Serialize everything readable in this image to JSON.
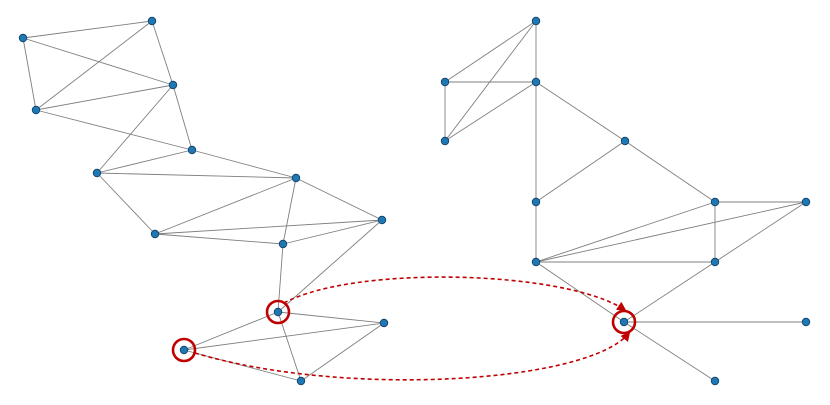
{
  "colors": {
    "node_fill": "#1f77b4",
    "edge": "#7f7f7f",
    "highlight": "#c00000",
    "background": "#ffffff"
  },
  "graphs": [
    {
      "name": "",
      "nodes": [
        "a1",
        "a2",
        "a3",
        "a4",
        "a5",
        "a6",
        "a7",
        "a8",
        "a9",
        "a10",
        "a11",
        "a12",
        "a13",
        "a14"
      ],
      "edges": [
        [
          "a1",
          "a2"
        ],
        [
          "a1",
          "a3"
        ],
        [
          "a1",
          "a4"
        ],
        [
          "a2",
          "a4"
        ],
        [
          "a2",
          "a3"
        ],
        [
          "a3",
          "a4"
        ],
        [
          "a3",
          "a5"
        ],
        [
          "a3",
          "a6"
        ],
        [
          "a4",
          "a6"
        ],
        [
          "a5",
          "a6"
        ],
        [
          "a6",
          "a7"
        ],
        [
          "a5",
          "a7"
        ],
        [
          "a5",
          "a8"
        ],
        [
          "a8",
          "a7"
        ],
        [
          "a8",
          "a9"
        ],
        [
          "a8",
          "a10"
        ],
        [
          "a7",
          "a10"
        ],
        [
          "a7",
          "a9"
        ],
        [
          "a9",
          "a10"
        ],
        [
          "a10",
          "a11"
        ],
        [
          "a9",
          "a11"
        ],
        [
          "a11",
          "a12"
        ],
        [
          "a11",
          "a13"
        ],
        [
          "a11",
          "a14"
        ],
        [
          "a13",
          "a12"
        ],
        [
          "a13",
          "a14"
        ],
        [
          "a14",
          "a12"
        ]
      ]
    },
    {
      "name": "",
      "nodes": [
        "b1",
        "b2",
        "b3",
        "b4",
        "b5",
        "b6",
        "b7",
        "b8",
        "b9",
        "b10",
        "b11",
        "b12",
        "b13"
      ],
      "edges": [
        [
          "b1",
          "b2"
        ],
        [
          "b1",
          "b3"
        ],
        [
          "b1",
          "b4"
        ],
        [
          "b2",
          "b3"
        ],
        [
          "b2",
          "b4"
        ],
        [
          "b3",
          "b4"
        ],
        [
          "b3",
          "b5"
        ],
        [
          "b3",
          "b6"
        ],
        [
          "b5",
          "b6"
        ],
        [
          "b5",
          "b9"
        ],
        [
          "b6",
          "b7"
        ],
        [
          "b7",
          "b8"
        ],
        [
          "b7",
          "b9"
        ],
        [
          "b9",
          "b8"
        ],
        [
          "b9",
          "b10"
        ],
        [
          "b7",
          "b10"
        ],
        [
          "b8",
          "b10"
        ],
        [
          "b9",
          "b11"
        ],
        [
          "b10",
          "b11"
        ],
        [
          "b11",
          "b12"
        ],
        [
          "b11",
          "b13"
        ]
      ]
    }
  ],
  "highlighted_nodes": [
    "a11",
    "a13",
    "b11"
  ],
  "correspondences": [
    [
      "a11",
      "b11"
    ],
    [
      "a13",
      "b11"
    ]
  ]
}
